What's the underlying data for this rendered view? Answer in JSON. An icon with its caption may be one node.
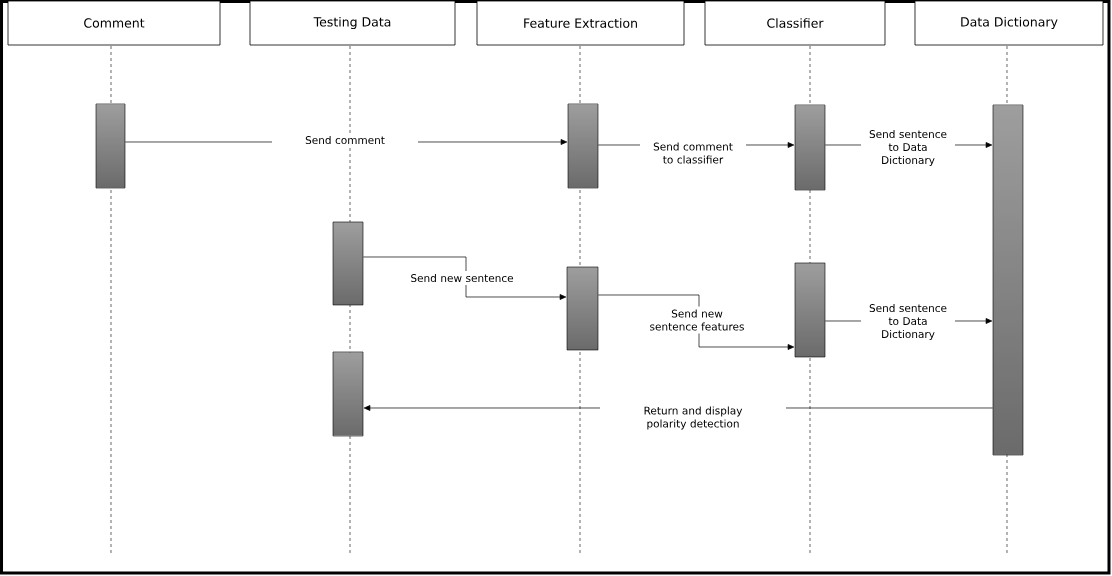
{
  "diagram": {
    "nodes": [
      {
        "text": [
          "Comment"
        ]
      },
      {
        "text": [
          "Testing Data"
        ]
      },
      {
        "text": [
          "Feature Extraction"
        ]
      },
      {
        "text": [
          "Classifier"
        ]
      },
      {
        "text": [
          "Data Dictionary"
        ]
      },
      {
        "text": [],
        "shape": "bar"
      },
      {
        "text": [],
        "shape": "bar"
      },
      {
        "text": [],
        "shape": "bar"
      },
      {
        "text": [],
        "shape": "bar"
      },
      {
        "text": [],
        "shape": "bar"
      },
      {
        "text": [],
        "shape": "bar"
      },
      {
        "text": [],
        "shape": "bar"
      },
      {
        "text": [],
        "shape": "bar"
      }
    ],
    "edges": [
      {
        "from": 5,
        "to": 8,
        "arrow": "to",
        "label": "Send comment"
      },
      {
        "from": 8,
        "to": 10,
        "arrow": "to",
        "label": "Send comment to classifier"
      },
      {
        "from": 10,
        "to": 12,
        "arrow": "to",
        "label": "Send sentence to Data Dictionary"
      },
      {
        "from": 6,
        "to": 9,
        "arrow": "to",
        "label": "Send new sentence"
      },
      {
        "from": 9,
        "to": 11,
        "arrow": "to",
        "label": "Send new sentence features"
      },
      {
        "from": 11,
        "to": 12,
        "arrow": "to",
        "label": "Send sentence to Data Dictionary"
      },
      {
        "from": 12,
        "to": 7,
        "arrow": "to",
        "label": "Return and display polarity detection"
      }
    ]
  }
}
